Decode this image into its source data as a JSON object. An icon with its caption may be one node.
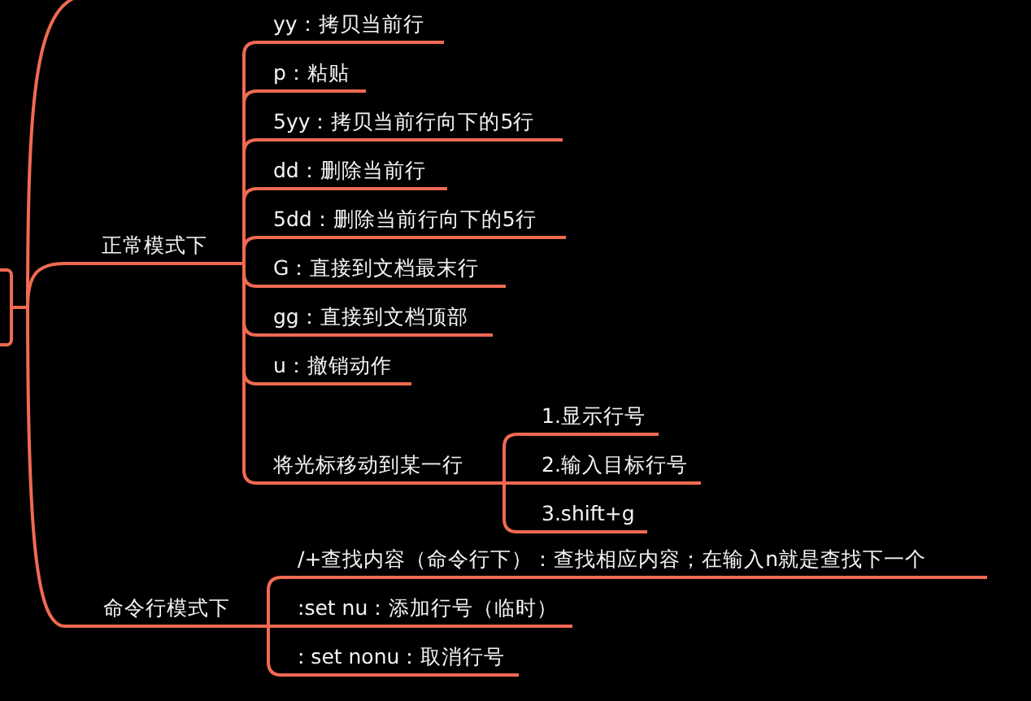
{
  "diagram": {
    "nodes": [
      {
        "text": [],
        "shape": "box"
      },
      {
        "text": [
          "正常模式下"
        ]
      },
      {
        "text": [
          "yy：拷贝当前行"
        ]
      },
      {
        "text": [
          "p：粘贴"
        ]
      },
      {
        "text": [
          "5yy：拷贝当前行向下的5行"
        ]
      },
      {
        "text": [
          "dd：删除当前行"
        ]
      },
      {
        "text": [
          "5dd：删除当前行向下的5行"
        ]
      },
      {
        "text": [
          "G：直接到文档最末行"
        ]
      },
      {
        "text": [
          "gg：直接到文档顶部"
        ]
      },
      {
        "text": [
          "u：撤销动作"
        ]
      },
      {
        "text": [
          "将光标移动到某一行"
        ]
      },
      {
        "text": [
          "1.显示行号"
        ]
      },
      {
        "text": [
          "2.输入目标行号"
        ]
      },
      {
        "text": [
          "3.shift+g"
        ]
      },
      {
        "text": [
          "命令行模式下"
        ]
      },
      {
        "text": [
          "/+查找内容（命令行下）：查找相应内容；在输入n就是查找下一个"
        ]
      },
      {
        "text": [
          ":set nu：添加行号（临时）"
        ]
      },
      {
        "text": [
          ": set nonu：取消行号"
        ]
      }
    ],
    "edges": [
      {
        "from": 0,
        "to": null,
        "arrow": "none"
      },
      {
        "from": 0,
        "to": 1,
        "arrow": "none"
      },
      {
        "from": 1,
        "to": 2,
        "arrow": "none"
      },
      {
        "from": 1,
        "to": 3,
        "arrow": "none"
      },
      {
        "from": 1,
        "to": 4,
        "arrow": "none"
      },
      {
        "from": 1,
        "to": 5,
        "arrow": "none"
      },
      {
        "from": 1,
        "to": 6,
        "arrow": "none"
      },
      {
        "from": 1,
        "to": 7,
        "arrow": "none"
      },
      {
        "from": 1,
        "to": 8,
        "arrow": "none"
      },
      {
        "from": 1,
        "to": 9,
        "arrow": "none"
      },
      {
        "from": 1,
        "to": 10,
        "arrow": "none"
      },
      {
        "from": 10,
        "to": 11,
        "arrow": "none"
      },
      {
        "from": 10,
        "to": 12,
        "arrow": "none"
      },
      {
        "from": 10,
        "to": 13,
        "arrow": "none"
      },
      {
        "from": 0,
        "to": 14,
        "arrow": "none"
      },
      {
        "from": 14,
        "to": 15,
        "arrow": "none"
      },
      {
        "from": 14,
        "to": 16,
        "arrow": "none"
      },
      {
        "from": 14,
        "to": 17,
        "arrow": "none"
      }
    ]
  }
}
